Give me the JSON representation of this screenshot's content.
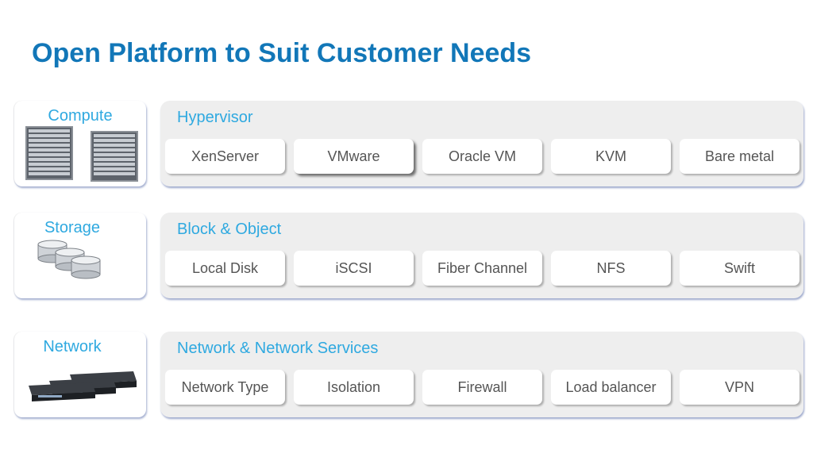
{
  "title": "Open Platform to Suit Customer Needs",
  "rows": [
    {
      "category": "Compute",
      "category_icon": "server-rack-icon",
      "group_title": "Hypervisor",
      "items": [
        "XenServer",
        "VMware",
        "Oracle VM",
        "KVM",
        "Bare metal"
      ]
    },
    {
      "category": "Storage",
      "category_icon": "disk-stack-icon",
      "group_title": "Block & Object",
      "items": [
        "Local Disk",
        "iSCSI",
        "Fiber Channel",
        "NFS",
        "Swift"
      ]
    },
    {
      "category": "Network",
      "category_icon": "network-appliance-icon",
      "group_title": "Network & Network Services",
      "items": [
        "Network Type",
        "Isolation",
        "Firewall",
        "Load balancer",
        "VPN"
      ]
    }
  ],
  "colors": {
    "title": "#1277b8",
    "label": "#2fa9e0",
    "item_text": "#555555",
    "group_bg": "#eeeeee"
  }
}
